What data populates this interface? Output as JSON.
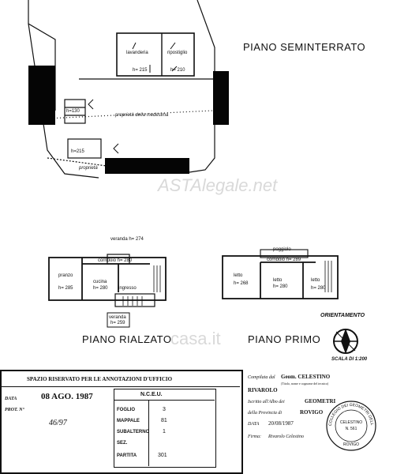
{
  "plan_titles": {
    "seminterrato": "PIANO SEMINTERRATO",
    "rialzato": "PIANO RIALZATO",
    "primo": "PIANO PRIMO"
  },
  "seminterrato_rooms": {
    "lavanderia": "lavanderia",
    "lavanderia_h": "h= 215",
    "ripostiglio": "ripostiglio",
    "ripostiglio_h": "h= 210",
    "centrale_h": "h=130",
    "cantina1_h": "h=215",
    "propr_ditta": "proprietà della medesima",
    "proprieta": "proprietà"
  },
  "rialzato_rooms": {
    "veranda": "veranda  h= 274",
    "corridoio": "corridoio h= 280",
    "pranzo": "pranzo",
    "pranzo_h": "h= 285",
    "cucina": "cucina",
    "cucina_h": "h= 280",
    "ingresso": "ingresso",
    "veranda_b": "veranda",
    "veranda_b_h": "h= 259"
  },
  "primo_rooms": {
    "poggiolo": "poggiolo",
    "corridoio": "corridoio h= 289",
    "letto1": "letto",
    "letto1_h": "h= 268",
    "letto2": "letto",
    "letto2_h": "h= 280",
    "letto3": "letto",
    "letto3_h": "h= 280"
  },
  "orientation": {
    "label": "ORIENTAMENTO",
    "scale": "SCALA DI 1:200"
  },
  "watermarks": {
    "asta": "ASTAlegale.net",
    "casa": "casa.it"
  },
  "office_box": {
    "heading": "SPAZIO RISERVATO PER LE ANNOTAZIONI D'UFFICIO",
    "data_label": "DATA",
    "prot_label": "PROT. N°",
    "stamp_date": "08 AGO. 1987",
    "handwritten": "46/97",
    "nceu": "N.C.E.U.",
    "foglio_label": "FOGLIO",
    "foglio_value": "3",
    "mappale_label": "MAPPALE",
    "mappale_value": "81",
    "subalterno_label": "SUBALTERNO",
    "subalterno_value": "1",
    "sezione_label": "SEZ.",
    "partita_label": "PARTITA",
    "partita_value": "301"
  },
  "compiler": {
    "compilata_label": "Compilata dal",
    "compilata_value": "Geom. CELESTINO",
    "sub_note": "(Titolo, nome e cognome del tecnico)",
    "surname": "RIVAROLO",
    "iscritto_label": "Iscritto all'Albo dei",
    "iscritto_value": "GEOMETRI",
    "provincia_label": "della Provincia di",
    "provincia_value": "ROVIGO",
    "data_label": "DATA",
    "data_value": "20/08/1987",
    "firma_label": "Firma:",
    "firma_value": "Rivarolo Celestino",
    "stamp_outer": "COLLEGIO DEI GEOMETRI DELLA PROVINCIA DI ROVIGO",
    "stamp_name": "CELESTINO",
    "stamp_num": "N. 561",
    "stamp_city": "ROVIGO"
  }
}
